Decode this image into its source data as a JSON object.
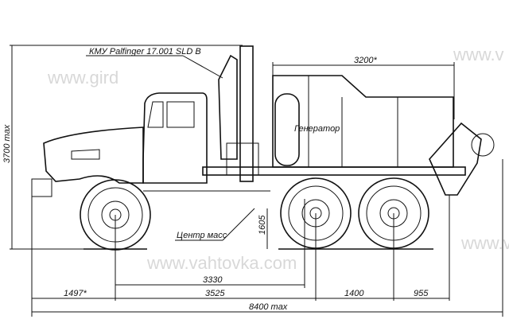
{
  "labels": {
    "crane": "КМУ Palfinger 17.001 SLD B",
    "generator": "Генератор",
    "center_of_mass": "Центр масс"
  },
  "dimensions": {
    "body_length": "3200*",
    "height_max": "3700 max",
    "com_height": "1605",
    "com_from_front_axle": "3330",
    "front_overhang": "1497*",
    "wheelbase": "3525",
    "rear_axle_spacing": "1400",
    "rear_overhang": "955",
    "length_max": "8400 max"
  },
  "watermarks": [
    "www.gird",
    "www.vahtovka.com",
    "www.v",
    "www.v"
  ]
}
